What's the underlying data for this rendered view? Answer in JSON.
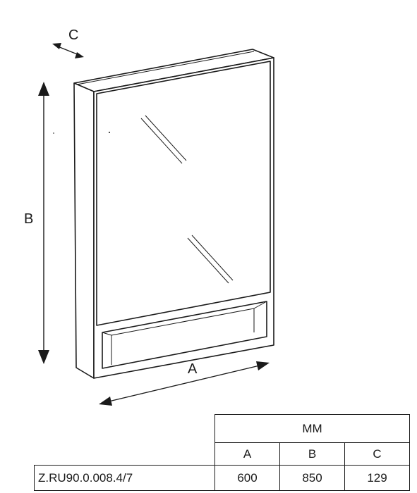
{
  "dimension_labels": {
    "width": "A",
    "height": "B",
    "depth": "C"
  },
  "spec_table": {
    "unit_header": "ММ",
    "columns": [
      "A",
      "B",
      "C"
    ],
    "rows": [
      {
        "model": "Z.RU90.0.008.4/7",
        "values": [
          "600",
          "850",
          "129"
        ]
      }
    ]
  }
}
